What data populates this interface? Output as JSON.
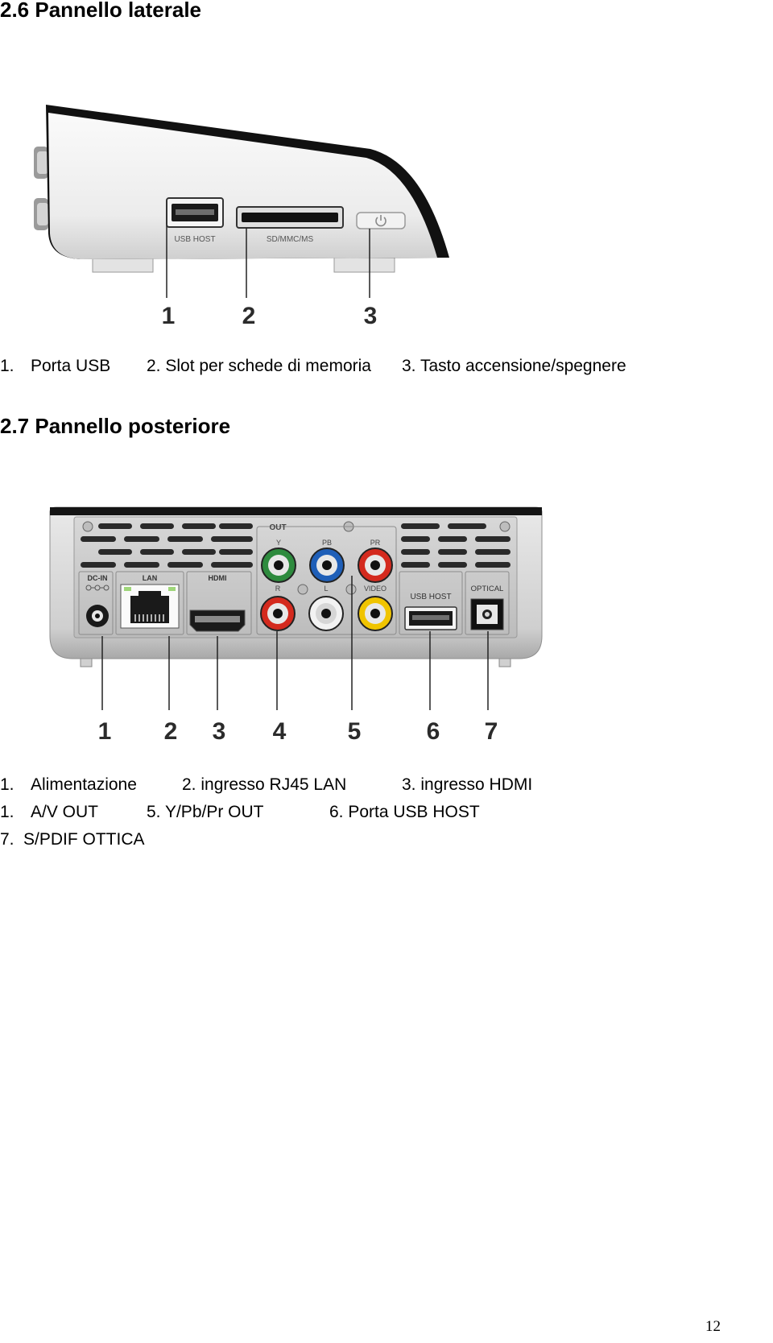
{
  "sections": [
    {
      "heading": "2.6 Pannello laterale",
      "diagram": {
        "port_labels": [
          "USB HOST",
          "SD/MMC/MS"
        ],
        "callouts": [
          "1",
          "2",
          "3"
        ]
      },
      "caption_rows": [
        [
          "1.",
          "Porta USB",
          "2. Slot per schede di memoria",
          "3. Tasto accensione/spegnere"
        ]
      ]
    },
    {
      "heading": "2.7 Pannello posteriore",
      "diagram": {
        "port_labels": {
          "out": "OUT",
          "y": "Y",
          "pb": "PB",
          "pr": "PR",
          "r": "R",
          "l": "L",
          "video": "VIDEO",
          "dcin": "DC-IN",
          "lan": "LAN",
          "hdmi": "HDMI",
          "usb_host": "USB HOST",
          "optical": "OPTICAL"
        },
        "callouts": [
          "1",
          "2",
          "3",
          "4",
          "5",
          "6",
          "7"
        ]
      },
      "caption_rows": [
        [
          "1.",
          "Alimentazione",
          "2. ingresso RJ45 LAN",
          "3. ingresso HDMI"
        ],
        [
          "1.",
          "A/V OUT",
          "5. Y/Pb/Pr OUT",
          "6. Porta USB HOST"
        ],
        [
          "7.",
          "S/PDIF OTTICA"
        ]
      ]
    }
  ],
  "page_number": "12"
}
